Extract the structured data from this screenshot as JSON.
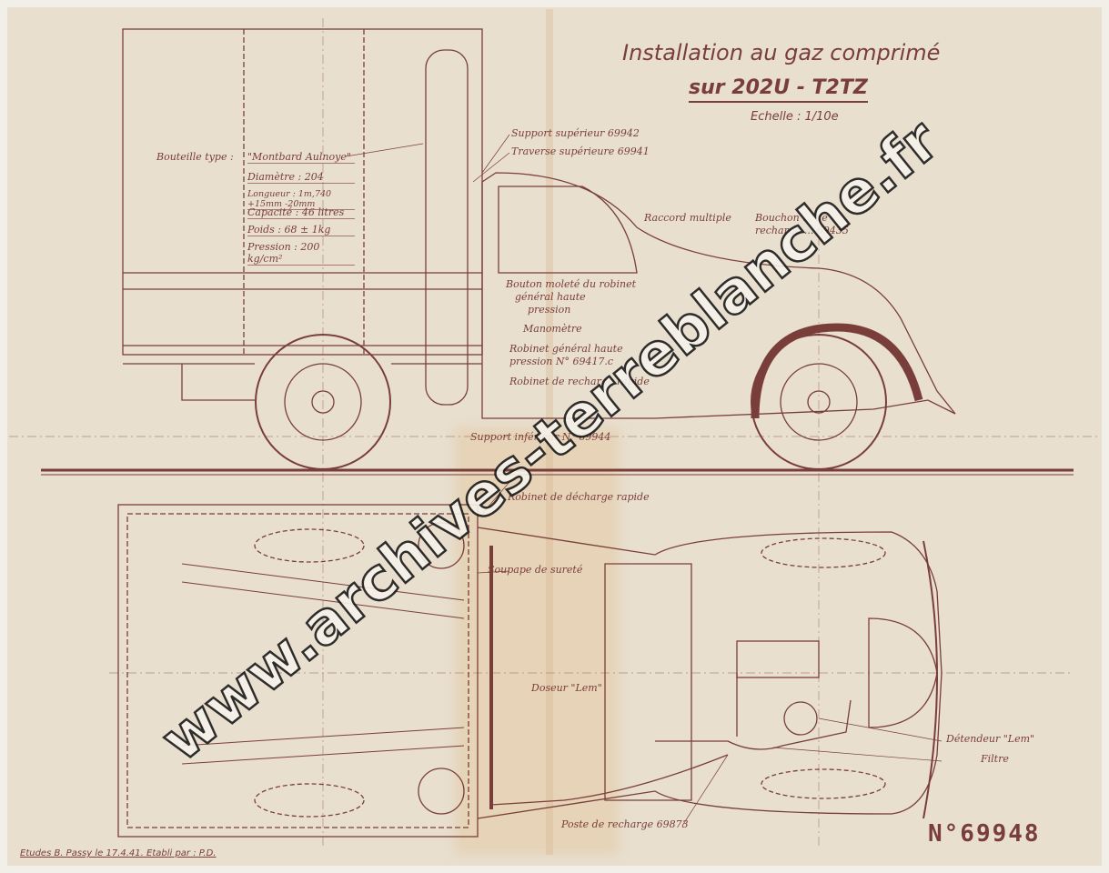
{
  "title": {
    "line1": "Installation au gaz comprimé",
    "line2": "sur 202U - T2TZ",
    "scale": "Echelle : 1/10e"
  },
  "bottle_specs": {
    "heading": "Bouteille type :",
    "type": "\"Montbard Aulnoye\"",
    "rows": [
      "Diamètre : 204",
      "Longueur : 1m,740 +15mm -20mm",
      "Capacité : 46 litres",
      "Poids : 68 ± 1kg",
      "Pression : 200 kg/cm²"
    ]
  },
  "side_labels": [
    "Support supérieur 69942",
    "Traverse supérieure 69941",
    "Raccord multiple",
    "Bouchon ... de",
    "recharge ... 69435",
    "Bouton moleté du robinet",
    "général haute",
    "pression",
    "Manomètre",
    "Robinet général haute",
    "pression  N° 69417.c",
    "Robinet de recharge rapide",
    "Support inférieur N° 69944"
  ],
  "top_labels": [
    "Robinet de décharge rapide",
    "Soupape de sureté",
    "Doseur \"Lem\"",
    "Détendeur \"Lem\"",
    "Filtre",
    "Poste de recharge 69873"
  ],
  "drawing_number": "N°69948",
  "footer": "Etudes B. Passy le 17.4.41.  Etabli par : P.D.",
  "watermark": "www.archives-terreblanche.fr",
  "colors": {
    "paper": "#e8dfcf",
    "ink": "#7a3e3a"
  }
}
